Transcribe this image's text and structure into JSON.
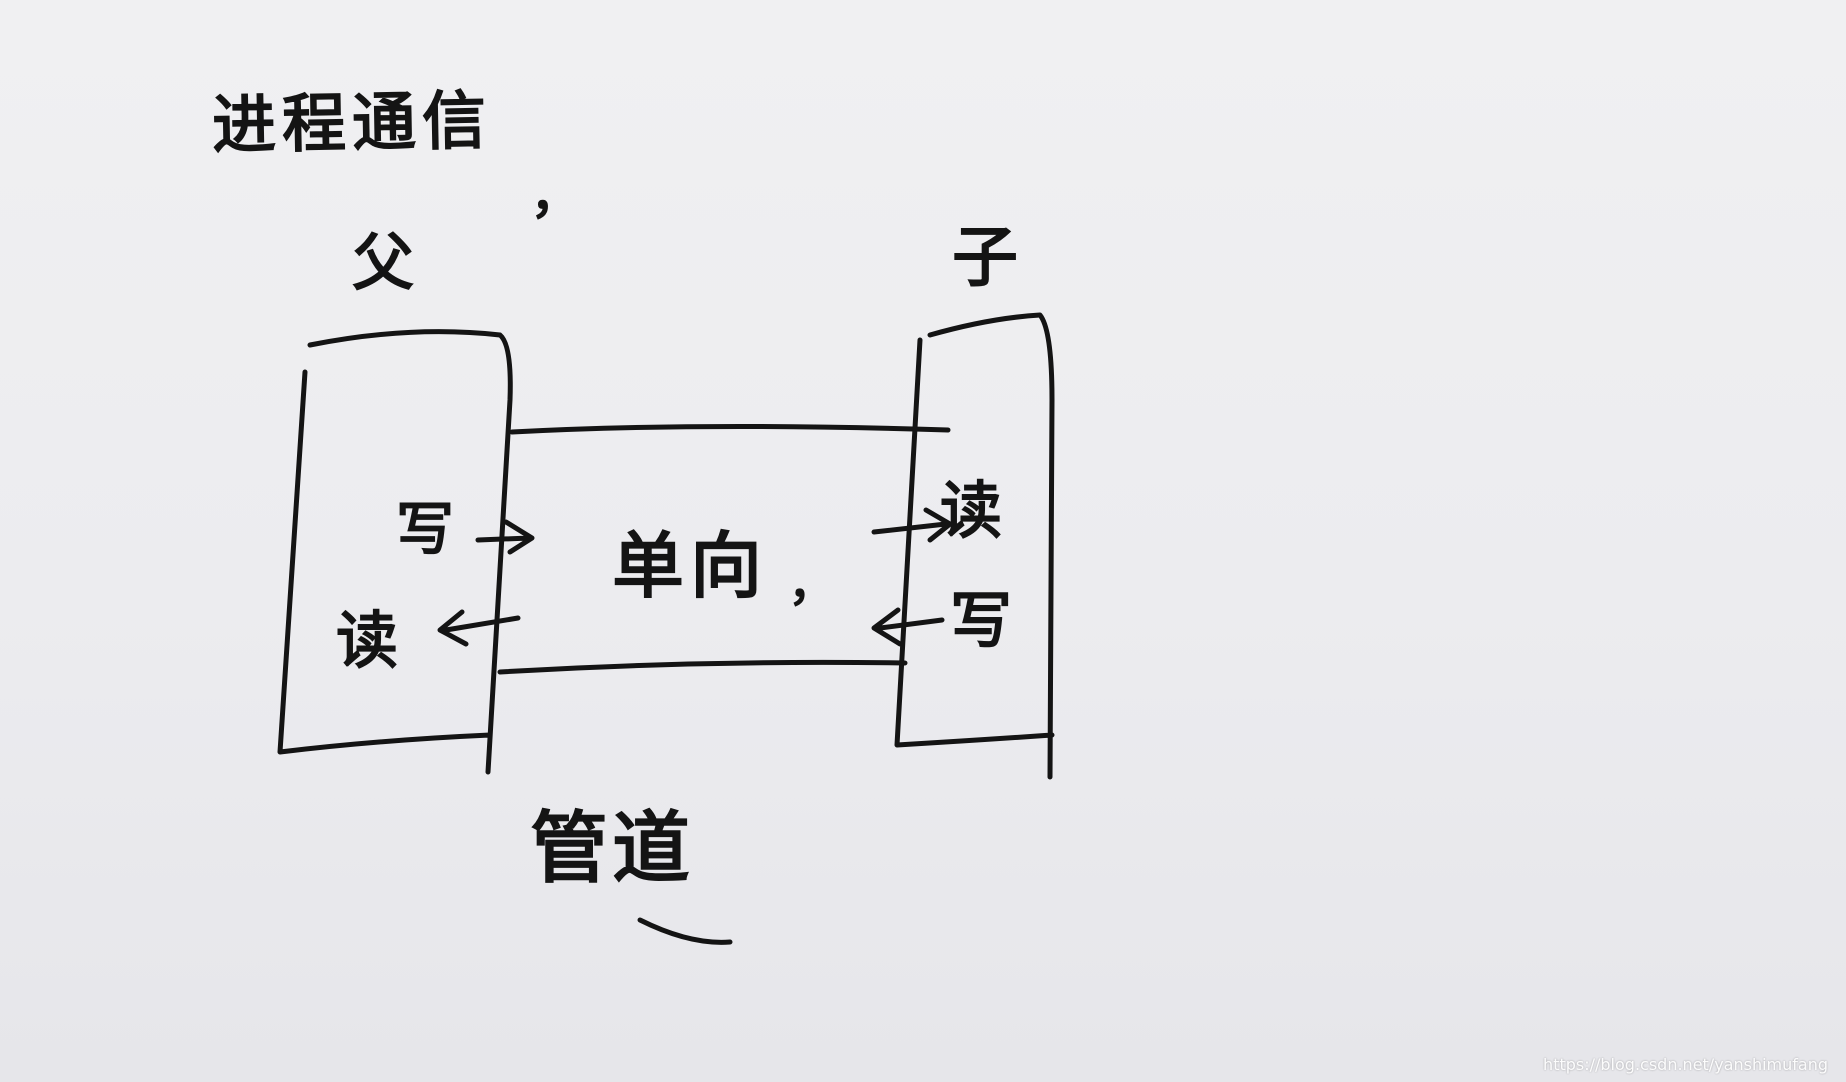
{
  "title": "进程通信",
  "title_comma": "，",
  "parent_label": "父",
  "child_label": "子",
  "parent_write": "写",
  "parent_read": "读",
  "pipe_direction": "单向",
  "pipe_direction_comma": "，",
  "child_read": "读",
  "child_write": "写",
  "pipe_label": "管道",
  "watermark": "https://blog.csdn.net/yanshimufang",
  "ink_color": "#141414"
}
